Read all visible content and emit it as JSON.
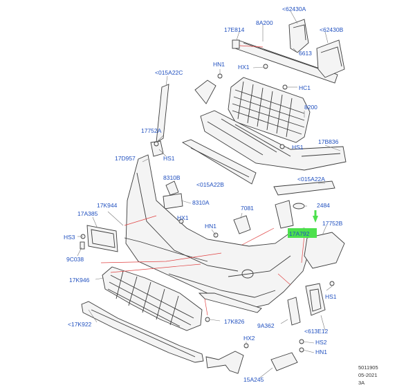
{
  "labels": {
    "l62430A": "<62430A",
    "l17E814": "17E814",
    "l8A200": "8A200",
    "l62430B": "<62430B",
    "l6613": "6613",
    "lHN1a": "HN1",
    "lHX1a": "HX1",
    "lHC1": "HC1",
    "l015A22Ca": "<015A22C",
    "l8200": "8200",
    "l17752A": "17752A",
    "lHS1a": "HS1",
    "l17B836": "17B836",
    "l17D957": "17D957",
    "lHS1b": "HS1",
    "l8310B": "8310B",
    "l015A22B": "<015A22B",
    "l015A22Cb": "<015A22A",
    "l8310A": "8310A",
    "l17K944": "17K944",
    "l2484": "2484",
    "l17A385": "17A385",
    "l7081": "7081",
    "lHX1b": "HX1",
    "lHN1b": "HN1",
    "l17A792": "17A792",
    "l17752B": "17752B",
    "lHS3": "HS3",
    "l9C038": "9C038",
    "l17K946": "17K946",
    "lHS1c": "HS1",
    "l17K826": "17K826",
    "l9A362": "9A362",
    "l613E12": "<613E12",
    "l17K922": "<17K922",
    "lHX2": "HX2",
    "lHS2": "HS2",
    "lHN1c": "HN1",
    "l15A245": "15A245"
  },
  "footer": {
    "line1": "5011905",
    "line2": "05-2021",
    "line3": "3A"
  },
  "highlight_color": "#4ce04c",
  "callout_color": "#1f4fbf"
}
